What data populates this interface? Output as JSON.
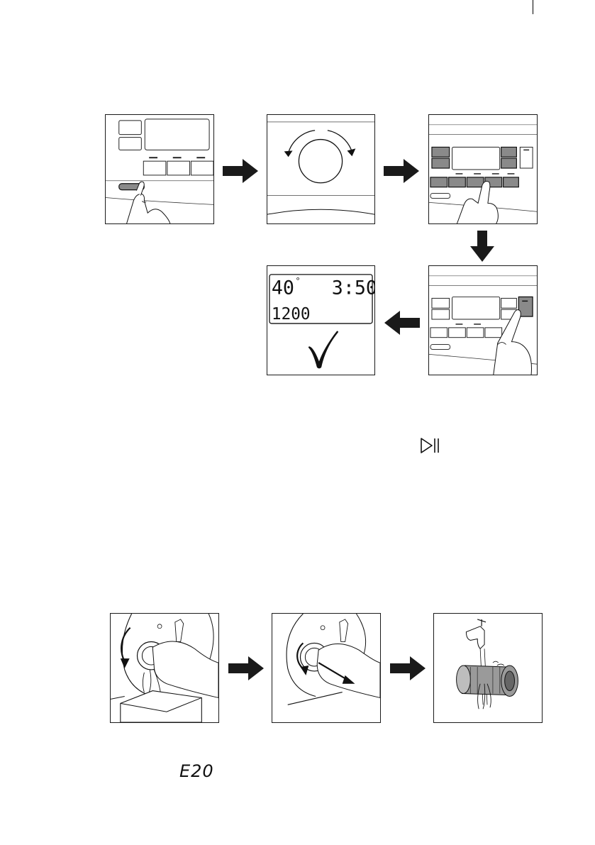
{
  "top_sequence": {
    "step1": {
      "icon": "press-button-hand-icon"
    },
    "step2": {
      "icon": "program-knob-rotate-icon"
    },
    "step3": {
      "icon": "press-option-buttons-hand-icon"
    },
    "step4": {
      "icon": "press-start-button-hand-icon"
    },
    "step5": {
      "display_temp": "40",
      "display_degree": "°",
      "display_time": "3:50",
      "display_spin": "1200",
      "confirm_icon": "checkmark-icon"
    },
    "arrows": [
      "arrow-right-icon",
      "arrow-right-icon",
      "arrow-down-icon",
      "arrow-left-icon"
    ]
  },
  "inline_symbol": {
    "icon": "play-pause-icon"
  },
  "bottom_sequence": {
    "step1": {
      "icon": "unscrew-filter-drain-water-icon"
    },
    "step2": {
      "icon": "pull-out-filter-icon"
    },
    "step3": {
      "icon": "rinse-filter-under-tap-icon"
    },
    "arrows": [
      "arrow-right-icon",
      "arrow-right-icon"
    ]
  },
  "error_code": "E20",
  "colors": {
    "ink": "#1a1a1a",
    "button_fill": "#8a8a8a"
  }
}
